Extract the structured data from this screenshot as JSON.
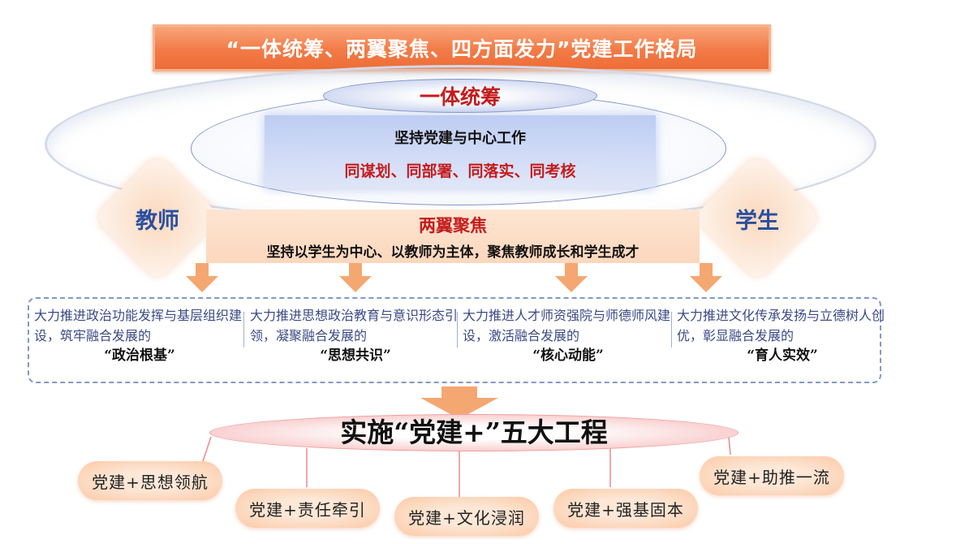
{
  "title": "“一体统筹、两翼聚焦、四方面发力”党建工作格局",
  "unify": {
    "heading": "一体统筹",
    "line1": "坚持党建与中心工作",
    "line2": "同谋划、同部署、同落实、同考核"
  },
  "sides": {
    "teacher": "教师",
    "student": "学生"
  },
  "wings": {
    "heading": "两翼聚焦",
    "line": "坚持以学生为中心、以教师为主体，聚焦教师成长和学生成才"
  },
  "columns": [
    {
      "body": "大力推进政治功能发挥与基层组织建设，筑牢融合发展的",
      "highlight": "“政治根基”"
    },
    {
      "body": "大力推进思想政治教育与意识形态引领，凝聚融合发展的",
      "highlight": "“思想共识”"
    },
    {
      "body": "大力推进人才师资强院与师德师风建设，激活融合发展的",
      "highlight": "“核心动能”"
    },
    {
      "body": "大力推进文化传承发扬与立德树人创优，彰显融合发展的",
      "highlight": "“育人实效”"
    }
  ],
  "bottom_title": "实施“党建+”五大工程",
  "projects": [
    "党建+思想领航",
    "党建+责任牵引",
    "党建+文化浸润",
    "党建+强基固本",
    "党建+助推一流"
  ],
  "colors": {
    "banner_orange": "#f27b47",
    "heading_red": "#c41c1c",
    "side_blue": "#2b4fa0",
    "column_text": "#3b4a86",
    "arrow_orange": "#f5a771"
  }
}
